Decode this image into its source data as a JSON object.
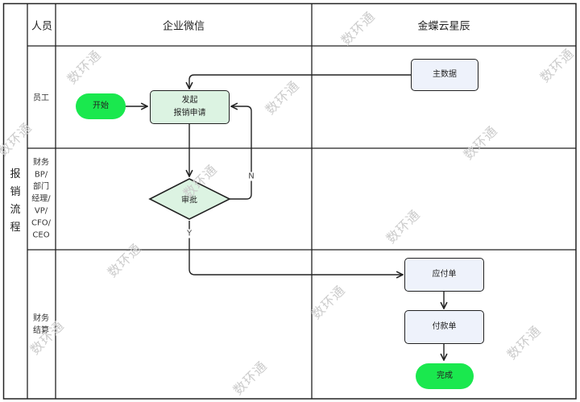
{
  "diagram": {
    "title": "报销流程",
    "header": {
      "role_column": "人员",
      "lanes": [
        "企业微信",
        "金蝶云星辰"
      ]
    },
    "rows": [
      {
        "role": "员工"
      },
      {
        "role": "财务\nBP/\n部门\n经理/\nVP/\nCFO/\nCEO"
      },
      {
        "role": "财务\n结算"
      }
    ],
    "nodes": {
      "start": {
        "label": "开始",
        "type": "terminal",
        "lane": "企业微信",
        "row": "员工"
      },
      "submit": {
        "label": "发起\n报销申请",
        "type": "process",
        "lane": "企业微信",
        "row": "员工"
      },
      "master_data": {
        "label": "主数据",
        "type": "process",
        "lane": "金蝶云星辰",
        "row": "员工"
      },
      "approve": {
        "label": "审批",
        "type": "decision",
        "lane": "企业微信",
        "row": "财务BP/部门经理/VP/CFO/CEO"
      },
      "payable": {
        "label": "应付单",
        "type": "process",
        "lane": "金蝶云星辰",
        "row": "财务结算"
      },
      "payment": {
        "label": "付款单",
        "type": "process",
        "lane": "金蝶云星辰",
        "row": "财务结算"
      },
      "end": {
        "label": "完成",
        "type": "terminal",
        "lane": "金蝶云星辰",
        "row": "财务结算"
      }
    },
    "edges": [
      {
        "from": "start",
        "to": "submit",
        "label": ""
      },
      {
        "from": "master_data",
        "to": "submit",
        "label": ""
      },
      {
        "from": "submit",
        "to": "approve",
        "label": ""
      },
      {
        "from": "approve",
        "to": "submit",
        "label": "N"
      },
      {
        "from": "approve",
        "to": "payable",
        "label": "Y"
      },
      {
        "from": "payable",
        "to": "payment",
        "label": ""
      },
      {
        "from": "payment",
        "to": "end",
        "label": ""
      }
    ],
    "watermark": "数环通",
    "colors": {
      "terminal_fill": "#1ae84e",
      "submit_fill": "#dcf3e2",
      "decision_fill": "#dcf3e2",
      "system_fill": "#eef2fb",
      "line": "#222222",
      "watermark": "#cccccc"
    }
  }
}
